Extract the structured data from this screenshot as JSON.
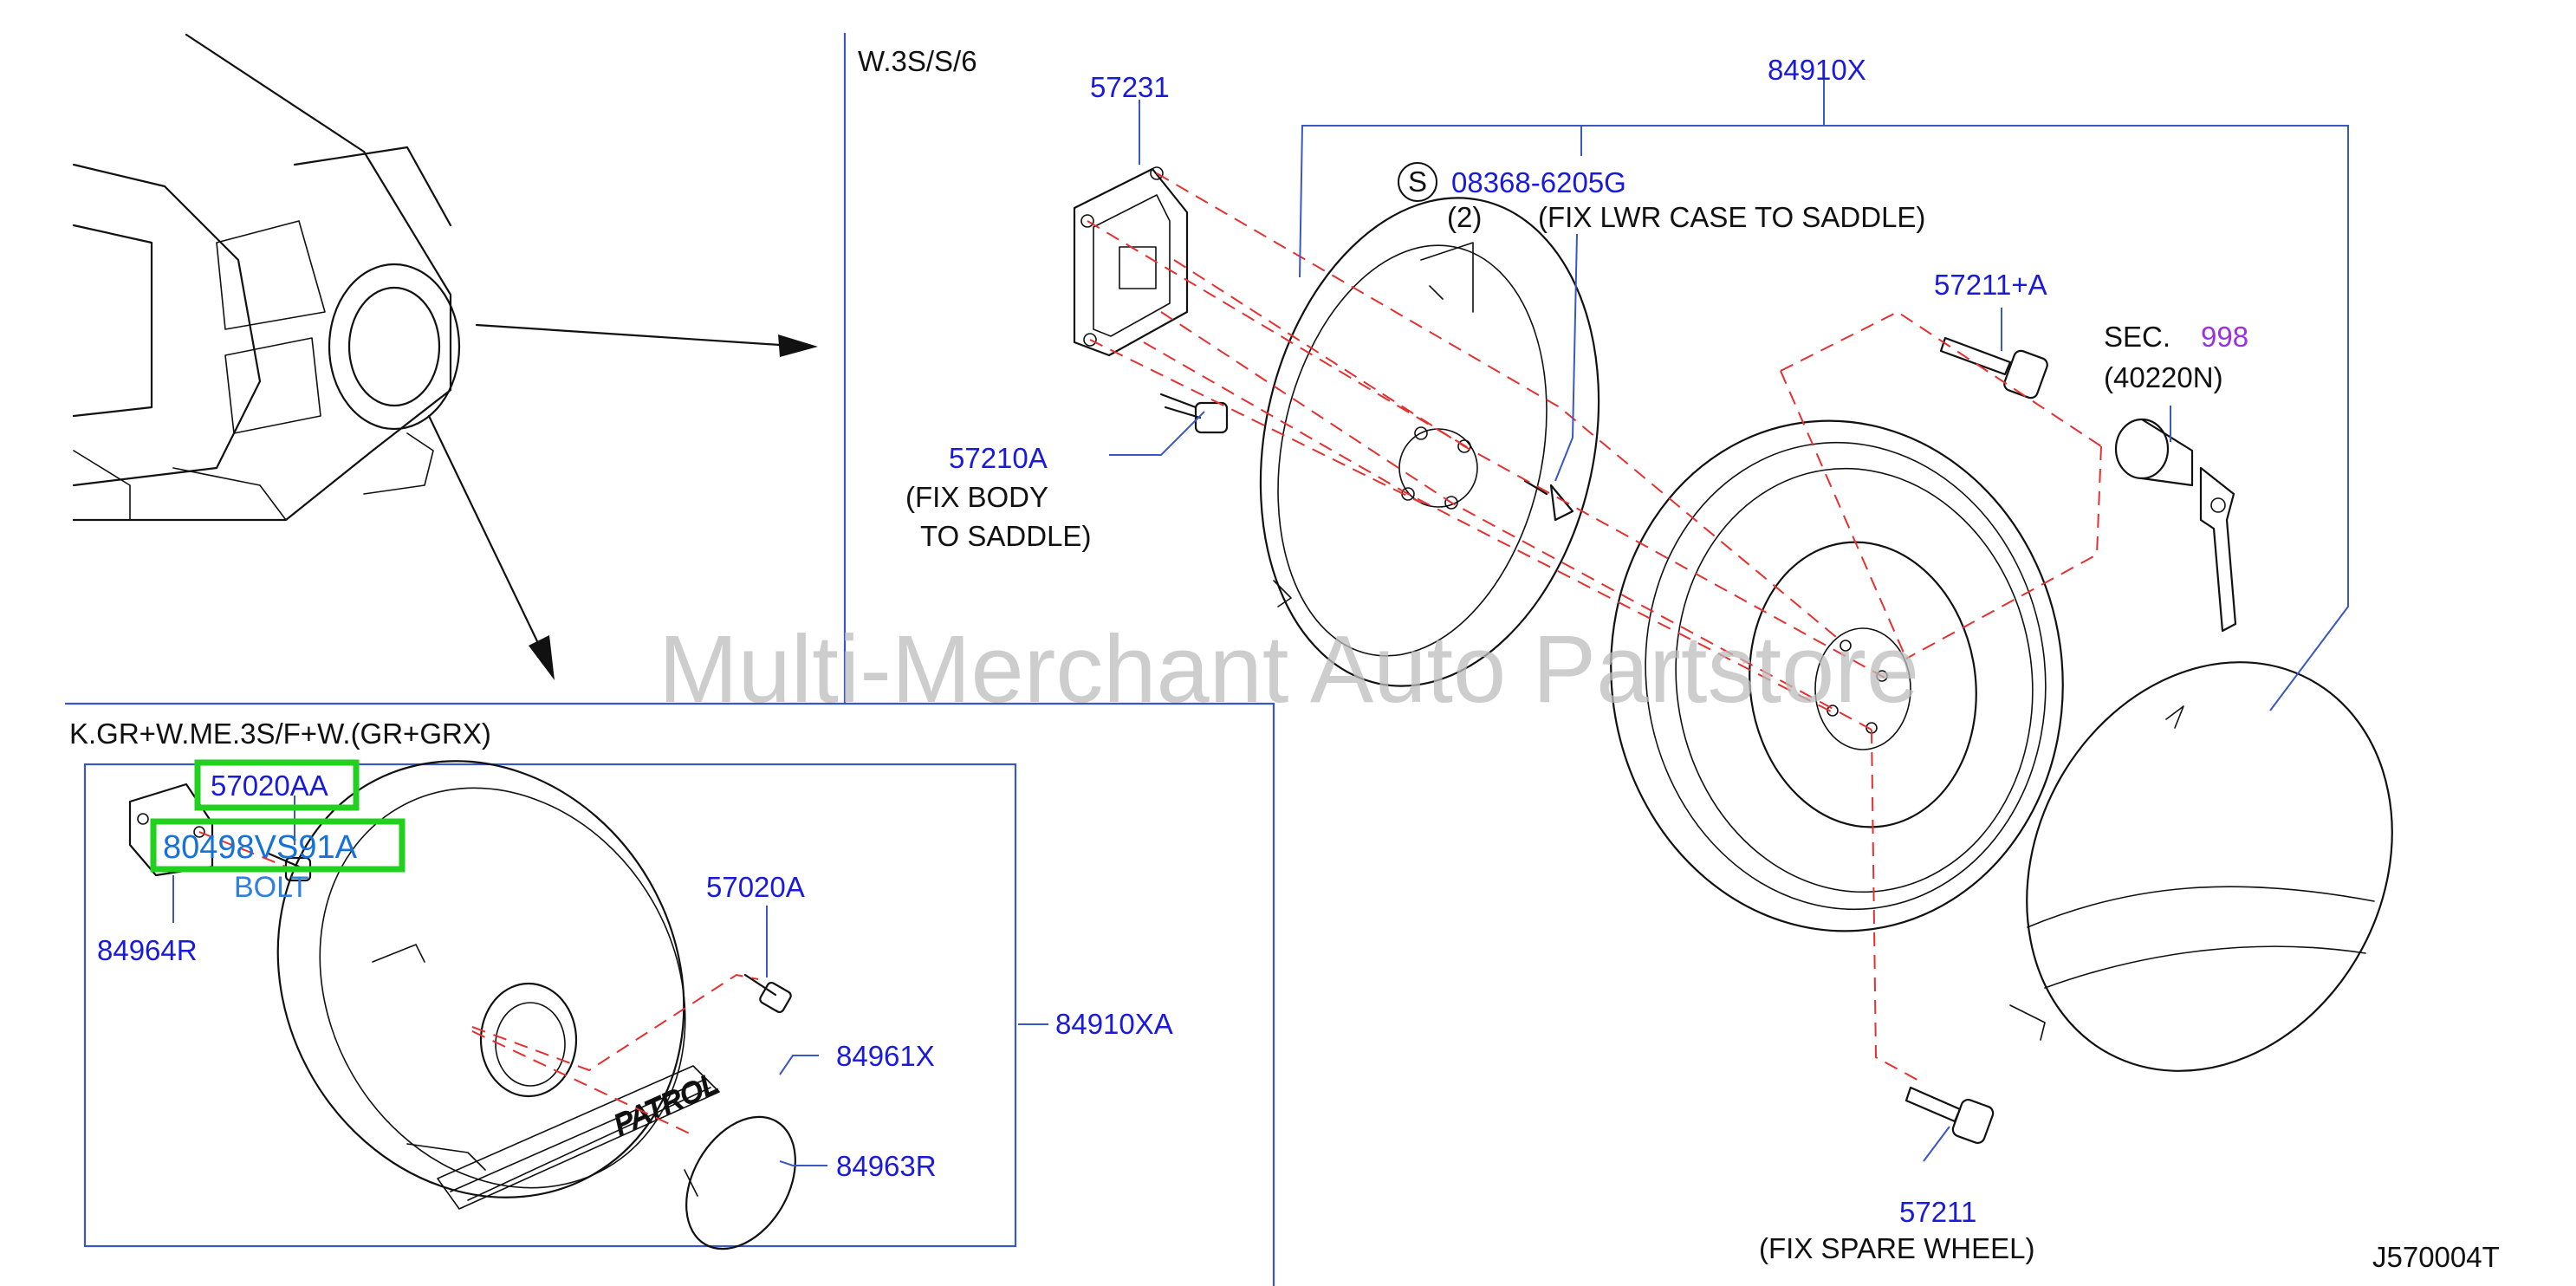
{
  "diagram": {
    "section_labels": {
      "upper": "W.3S/S/6",
      "lower": "K.GR+W.ME.3S/F+W.(GR+GRX)"
    },
    "callouts": {
      "p57231": "57231",
      "p84910X": "84910X",
      "s_symbol": "S",
      "p08368": "08368-6205G",
      "qty2": "(2)",
      "fix_lwr": "(FIX  LWR  CASE  TO  SADDLE)",
      "p57211A": "57211+A",
      "sec": "SEC.",
      "sec_num": "998",
      "p40220N": "(40220N)",
      "p57210A": "57210A",
      "fix_body_1": "(FIX  BODY",
      "fix_body_2": "TO  SADDLE)",
      "p57211": "57211",
      "fix_spare": "(FIX  SPARE  WHEEL)",
      "p57020AA": "57020AA",
      "p80498": "80498VS91A",
      "bolt": "BOLT",
      "p84964R": "84964R",
      "p57020A": "57020A",
      "p84910XA": "84910XA",
      "p84961X": "84961X",
      "p84963R": "84963R",
      "emblem": "PATROL",
      "ref": "J570004T"
    },
    "watermark": "Multi-Merchant Auto Partstore",
    "colors": {
      "part_number": "#1a1adc",
      "section_ref": "#9b30e0",
      "highlight": "#22d11e",
      "dash_line": "#e53030",
      "frame": "#3a57c4"
    }
  }
}
